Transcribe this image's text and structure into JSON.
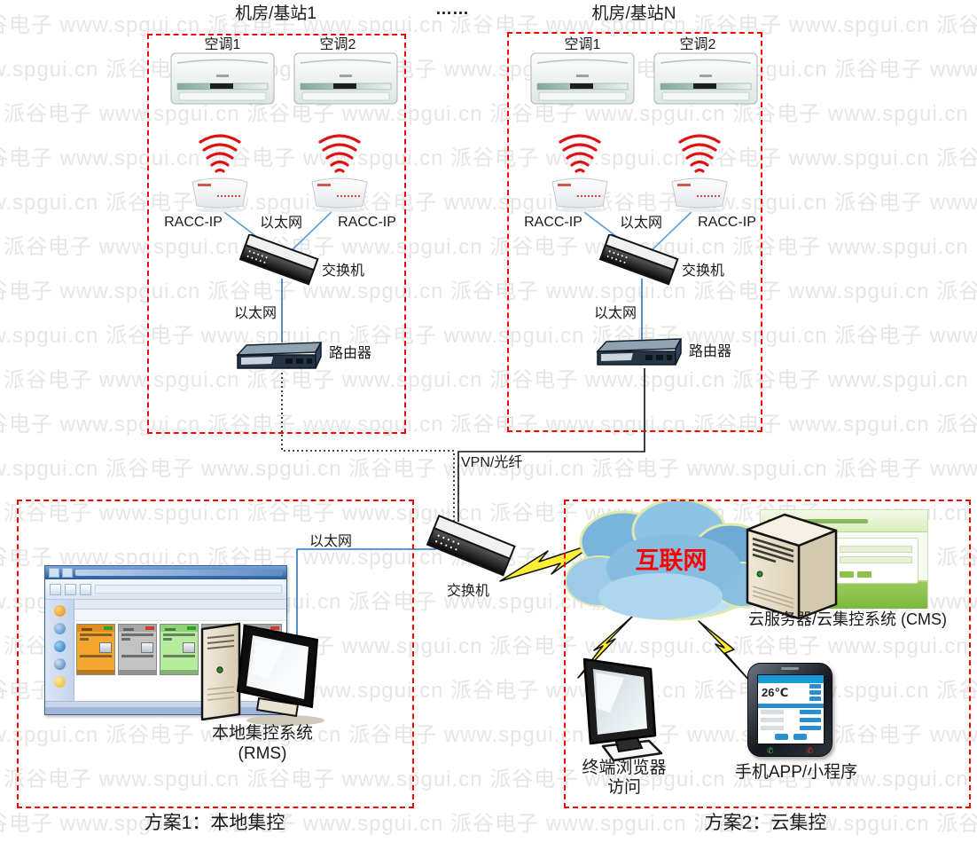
{
  "watermark": {
    "brand": "派谷电子",
    "url": "www.spgui.cn",
    "color": "#e6e6e6"
  },
  "titles": {
    "room1": "机房/基站1",
    "ellipsis": "……",
    "roomN": "机房/基站N"
  },
  "rooms": [
    {
      "title": "机房/基站1",
      "ac1": "空调1",
      "ac2": "空调2",
      "racc_left": "RACC-IP",
      "racc_right": "RACC-IP",
      "ethernet_top": "以太网",
      "switch": "交换机",
      "ethernet_bottom": "以太网",
      "router": "路由器"
    },
    {
      "title": "机房/基站N",
      "ac1": "空调1",
      "ac2": "空调2",
      "racc_left": "RACC-IP",
      "racc_right": "RACC-IP",
      "ethernet_top": "以太网",
      "switch": "交换机",
      "ethernet_bottom": "以太网",
      "router": "路由器"
    }
  ],
  "backbone": {
    "vpn": "VPN/光纤",
    "switch": "交换机",
    "ethernet": "以太网"
  },
  "plan1": {
    "caption": "方案1：本地集控",
    "system_line1": "本地集控系统",
    "system_line2": "(RMS)"
  },
  "plan2": {
    "caption": "方案2：云集控",
    "internet": "互联网",
    "cloud_server": "云服务器/云集控系统 (CMS)",
    "terminal_line1": "终端浏览器",
    "terminal_line2": "访问",
    "phone": "手机APP/小程序",
    "phone_temp": "26℃"
  },
  "colors": {
    "box_border": "#ff0000",
    "internet_text": "#ff0000",
    "ethernet_line": "#2e74b5",
    "racc_line": "#5b9bd5",
    "bolt": "#ffee33",
    "wifi_arcs": "#e01010",
    "cloud_fill": "#8cc3e6",
    "watermark": "#e6e6e6"
  }
}
